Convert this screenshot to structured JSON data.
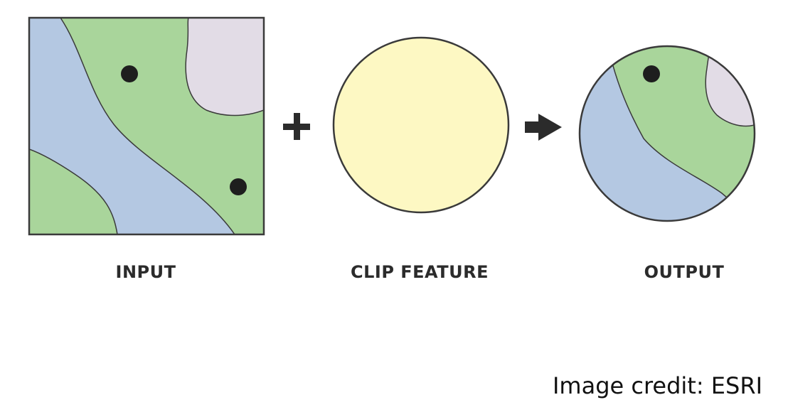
{
  "labels": {
    "input": "INPUT",
    "clip_feature": "CLIP FEATURE",
    "output": "OUTPUT"
  },
  "operators": {
    "plus": "+"
  },
  "credit": "Image credit: ESRI",
  "colors": {
    "water": "#b4c8e2",
    "land": "#a9d59b",
    "urban": "#e2dce6",
    "clip_fill": "#fdf8c3",
    "outline": "#3a3a3a",
    "point": "#1e1e1e",
    "text": "#2b2b2b"
  },
  "icons": {
    "plus": "plus-icon",
    "arrow": "right-arrow-icon"
  }
}
